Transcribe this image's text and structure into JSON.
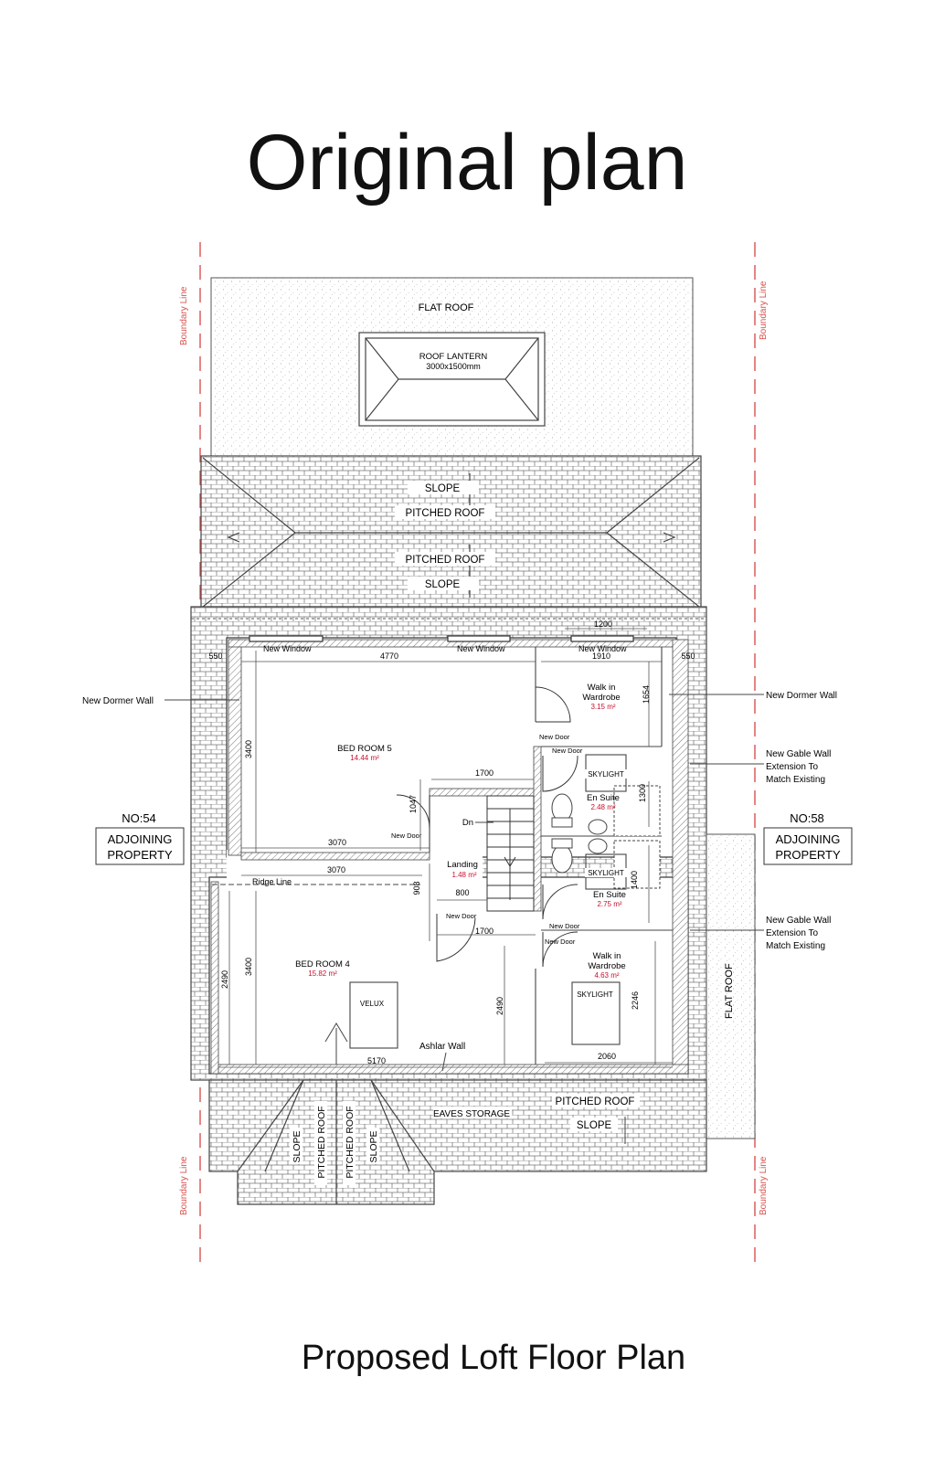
{
  "header": {
    "title": "Original plan"
  },
  "footer": {
    "caption": "Proposed Loft Floor Plan"
  },
  "boundary": {
    "label": "Boundary Line",
    "color": "#d9534f"
  },
  "colors": {
    "area": "#c8102e",
    "line": "#333333"
  },
  "roof": {
    "flat_roof": "FLAT ROOF",
    "lantern_title": "ROOF LANTERN",
    "lantern_size": "3000x1500mm",
    "slope": "SLOPE",
    "pitched_roof": "PITCHED ROOF",
    "eaves_storage": "EAVES STORAGE"
  },
  "neighbours": {
    "left_no": "NO:54",
    "right_no": "NO:58",
    "adjoining_1": "ADJOINING",
    "adjoining_2": "PROPERTY"
  },
  "rooms": {
    "bed5": {
      "name": "BED ROOM 5",
      "area": "14.44 m²"
    },
    "bed4": {
      "name": "BED ROOM 4",
      "area": "15.82 m²"
    },
    "walkin_top": {
      "name1": "Walk in",
      "name2": "Wardrobe",
      "area": "3.15 m²"
    },
    "walkin_bottom": {
      "name1": "Walk in",
      "name2": "Wardrobe",
      "area": "4.63 m²"
    },
    "ensuite_top": {
      "name": "En Suite",
      "area": "2.48 m²"
    },
    "ensuite_bottom": {
      "name": "En Suite",
      "area": "2.75 m²"
    },
    "landing": {
      "name": "Landing",
      "area": "1.48 m²"
    },
    "down": "Dn",
    "skylight": "SKYLIGHT",
    "velux": "VELUX"
  },
  "labels": {
    "new_window": "New Window",
    "new_door": "New Door",
    "ridge_line": "Ridge Line",
    "ashlar_wall": "Ashlar Wall",
    "new_dormer_wall": "New Dormer Wall",
    "gable_1": "New Gable Wall",
    "gable_2": "Extension To",
    "gable_3": "Match Existing"
  },
  "dims": {
    "d1200": "1200",
    "d550": "550",
    "d4770": "4770",
    "d1910": "1910",
    "d1654": "1654",
    "d3400": "3400",
    "d1700": "1700",
    "d1300": "1300",
    "d1047": "1047",
    "d3070": "3070",
    "d908": "908",
    "d800": "800",
    "d1400": "1400",
    "d2490": "2490",
    "d2246": "2246",
    "d2060": "2060",
    "d5170": "5170"
  }
}
